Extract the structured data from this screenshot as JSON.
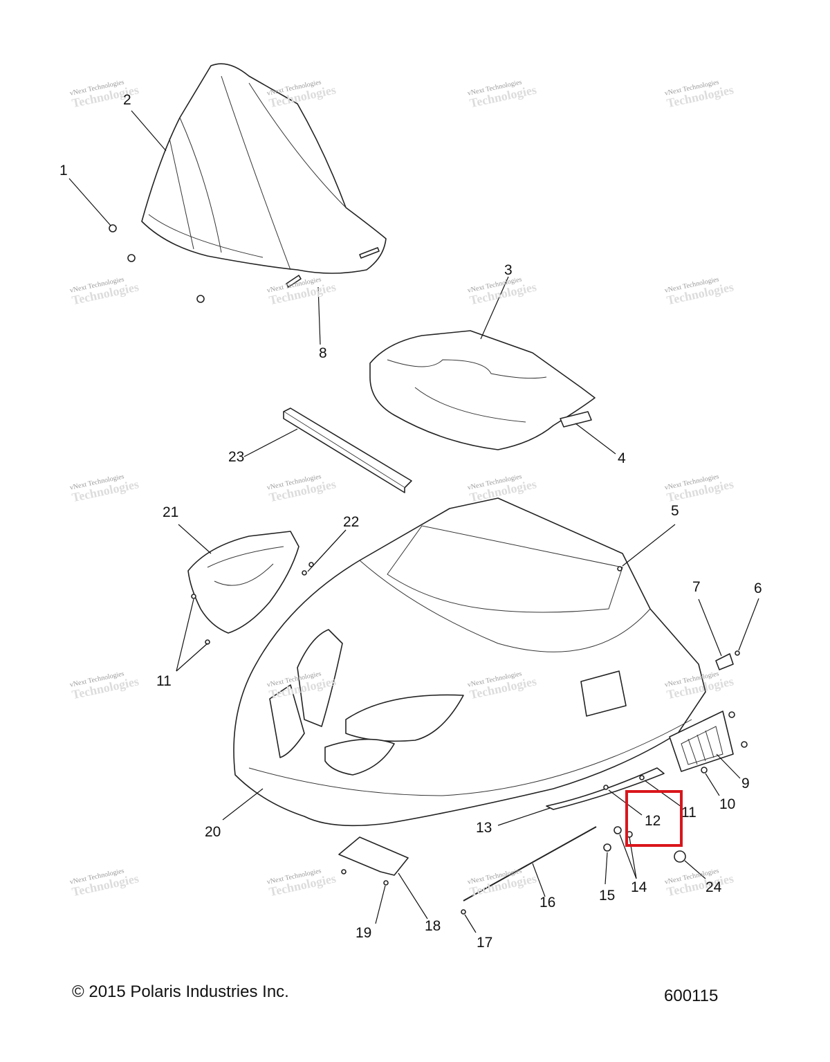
{
  "diagram": {
    "callouts": [
      "1",
      "2",
      "3",
      "4",
      "5",
      "6",
      "7",
      "8",
      "9",
      "10",
      "11",
      "11",
      "12",
      "13",
      "14",
      "15",
      "16",
      "17",
      "18",
      "19",
      "20",
      "21",
      "22",
      "23",
      "24"
    ],
    "highlighted_callout": "12",
    "highlight_color": "#d9161c"
  },
  "watermark": {
    "line1": "vNext Technologies",
    "line2": "Technologies"
  },
  "footer": {
    "copyright": "© 2015 Polaris Industries Inc.",
    "diagram_number": "600115"
  }
}
